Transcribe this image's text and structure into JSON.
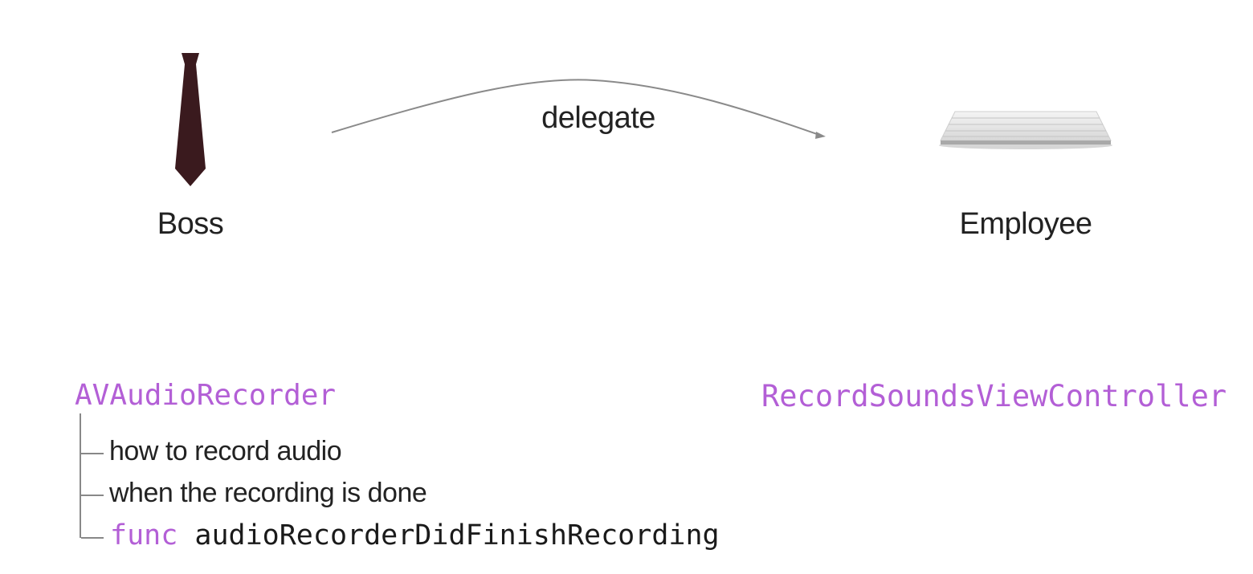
{
  "diagram": {
    "boss": {
      "label": "Boss",
      "icon": "tie-icon"
    },
    "employee": {
      "label": "Employee",
      "icon": "keyboard-icon"
    },
    "arrow_label": "delegate",
    "boss_class": "AVAudioRecorder",
    "employee_class": "RecordSoundsViewController",
    "responsibilities": [
      {
        "text": "how to record audio"
      },
      {
        "text": "when the recording is done"
      },
      {
        "keyword": "func",
        "text": "audioRecorderDidFinishRecording"
      }
    ],
    "colors": {
      "code_purple": "#b35fd6",
      "tie": "#3a1a1e",
      "arrow": "#8a8a8a"
    }
  }
}
